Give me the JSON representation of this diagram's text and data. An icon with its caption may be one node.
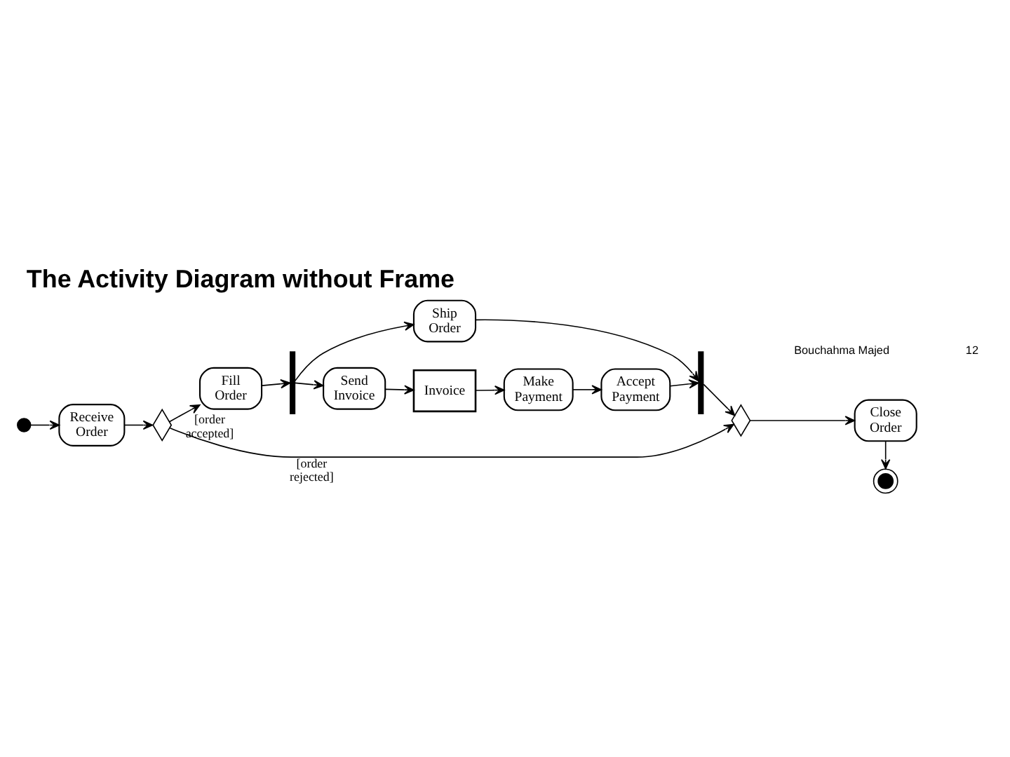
{
  "diagram": {
    "title": "The Activity Diagram without Frame",
    "nodes": [
      {
        "text": [],
        "shape": "circle"
      },
      {
        "text": [
          "Receive Order"
        ]
      },
      {
        "text": [],
        "shape": "diamond"
      },
      {
        "text": [
          "Fill Order"
        ]
      },
      {
        "text": [],
        "shape": "bar"
      },
      {
        "text": [
          "Ship Order"
        ]
      },
      {
        "text": [],
        "shape": "bar"
      },
      {
        "text": [],
        "shape": "diamond"
      },
      {
        "text": [
          "Close Order"
        ]
      },
      {
        "text": [],
        "shape": "circle"
      },
      {
        "text": [
          "Send Invoice"
        ]
      },
      {
        "text": [
          "Make Payment"
        ]
      },
      {
        "text": [
          "Accept Payment"
        ]
      },
      {
        "text": [
          "Invoice"
        ]
      }
    ],
    "edges": [
      {
        "from": 0,
        "to": 1,
        "arrow": "to"
      },
      {
        "from": 1,
        "to": 2,
        "arrow": "to"
      },
      {
        "from": 2,
        "to": 7,
        "arrow": "to",
        "label": "[order rejected]"
      },
      {
        "from": 2,
        "to": 3,
        "arrow": "to",
        "label": "[order accepted]"
      },
      {
        "from": 3,
        "to": 4,
        "arrow": "to"
      },
      {
        "from": 4,
        "to": 5,
        "arrow": "to"
      },
      {
        "from": 4,
        "to": 10,
        "arrow": "to"
      },
      {
        "from": 5,
        "to": 6,
        "arrow": "to"
      },
      {
        "from": 6,
        "to": 7,
        "arrow": "to"
      },
      {
        "from": 7,
        "to": 8,
        "arrow": "to"
      },
      {
        "from": 8,
        "to": 9,
        "arrow": "to"
      },
      {
        "from": 10,
        "to": 13,
        "arrow": "to"
      },
      {
        "from": 13,
        "to": 11,
        "arrow": "to"
      },
      {
        "from": 11,
        "to": 12,
        "arrow": "to"
      },
      {
        "from": 12,
        "to": 6,
        "arrow": "to"
      }
    ],
    "labels": [
      "Bouchahma Majed",
      "12"
    ]
  }
}
